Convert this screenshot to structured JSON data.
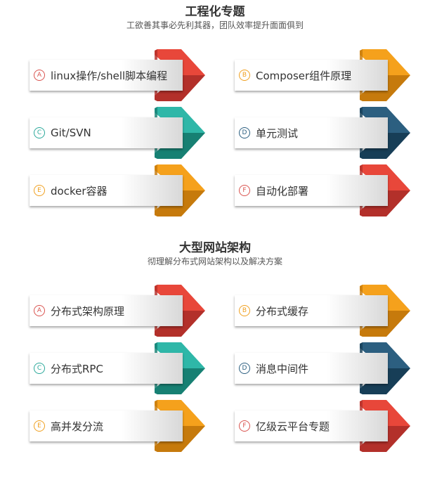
{
  "sections": [
    {
      "title": "工程化专题",
      "subtitle": "工欲善其事必先利其器，团队效率提升面面俱到",
      "items": [
        {
          "letter": "A",
          "label": "linux操作/shell脚本编程",
          "color": "#e8473a",
          "dark": "#b3302a",
          "badge": "#d9534f"
        },
        {
          "letter": "B",
          "label": "Composer组件原理",
          "color": "#f5a11c",
          "dark": "#c67a0c",
          "badge": "#f0a020"
        },
        {
          "letter": "C",
          "label": "Git/SVN",
          "color": "#2fb7a8",
          "dark": "#178073",
          "badge": "#2aa89a"
        },
        {
          "letter": "D",
          "label": "单元测试",
          "color": "#2c5f80",
          "dark": "#173e57",
          "badge": "#2c5f80"
        },
        {
          "letter": "E",
          "label": "docker容器",
          "color": "#f5a11c",
          "dark": "#c67a0c",
          "badge": "#f0a020"
        },
        {
          "letter": "F",
          "label": "自动化部署",
          "color": "#e8473a",
          "dark": "#b3302a",
          "badge": "#d9534f"
        }
      ]
    },
    {
      "title": "大型网站架构",
      "subtitle": "彻理解分布式网站架构以及解决方案",
      "items": [
        {
          "letter": "A",
          "label": "分布式架构原理",
          "color": "#e8473a",
          "dark": "#b3302a",
          "badge": "#d9534f"
        },
        {
          "letter": "B",
          "label": "分布式缓存",
          "color": "#f5a11c",
          "dark": "#c67a0c",
          "badge": "#f0a020"
        },
        {
          "letter": "C",
          "label": "分布式RPC",
          "color": "#2fb7a8",
          "dark": "#178073",
          "badge": "#2aa89a"
        },
        {
          "letter": "D",
          "label": "消息中间件",
          "color": "#2c5f80",
          "dark": "#173e57",
          "badge": "#2c5f80"
        },
        {
          "letter": "E",
          "label": "高并发分流",
          "color": "#f5a11c",
          "dark": "#c67a0c",
          "badge": "#f0a020"
        },
        {
          "letter": "F",
          "label": "亿级云平台专题",
          "color": "#e8473a",
          "dark": "#b3302a",
          "badge": "#d9534f"
        }
      ]
    }
  ]
}
